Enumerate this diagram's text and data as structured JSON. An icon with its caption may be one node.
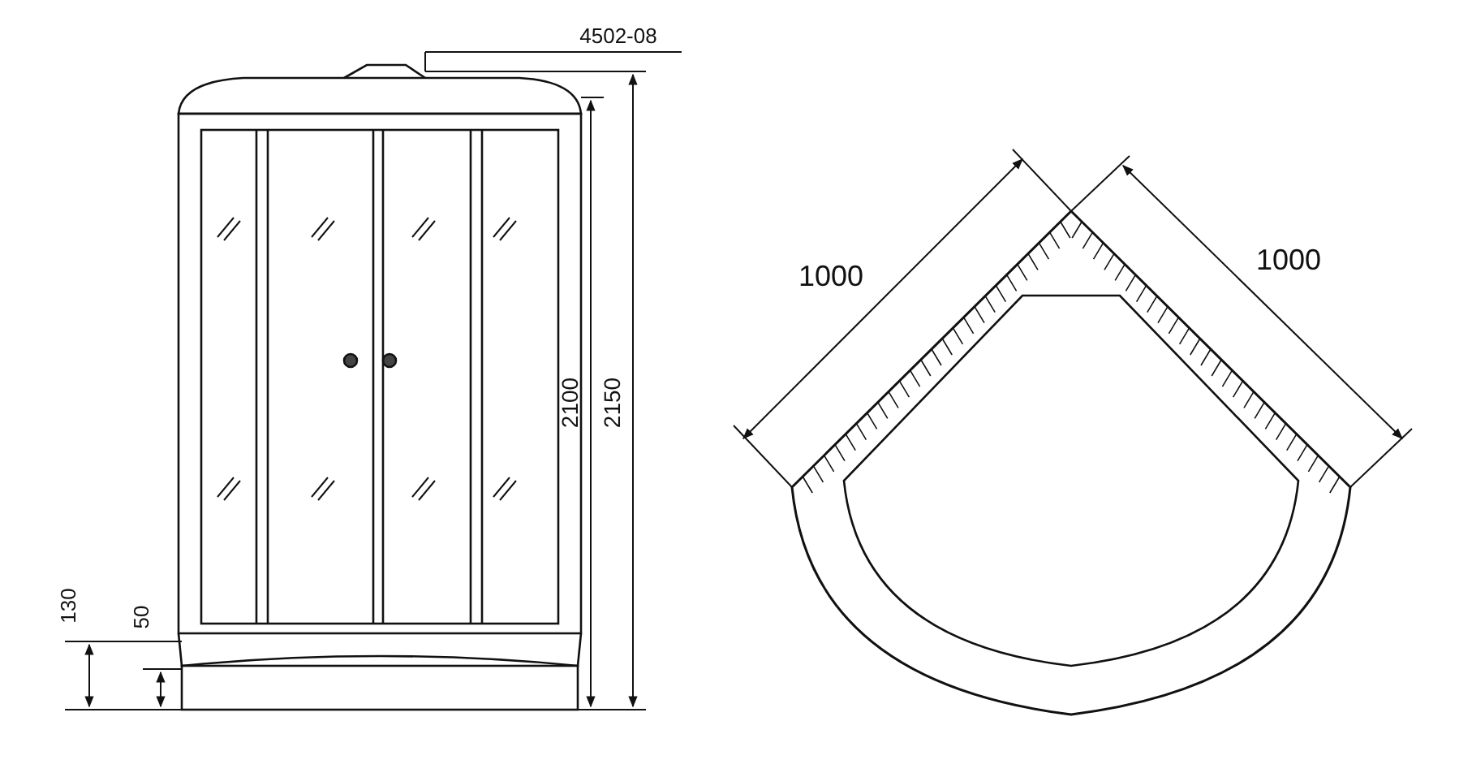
{
  "diagram": {
    "labels": [
      "4502-08",
      "1000",
      "1000",
      "2100",
      "2150",
      "130",
      "50"
    ]
  }
}
